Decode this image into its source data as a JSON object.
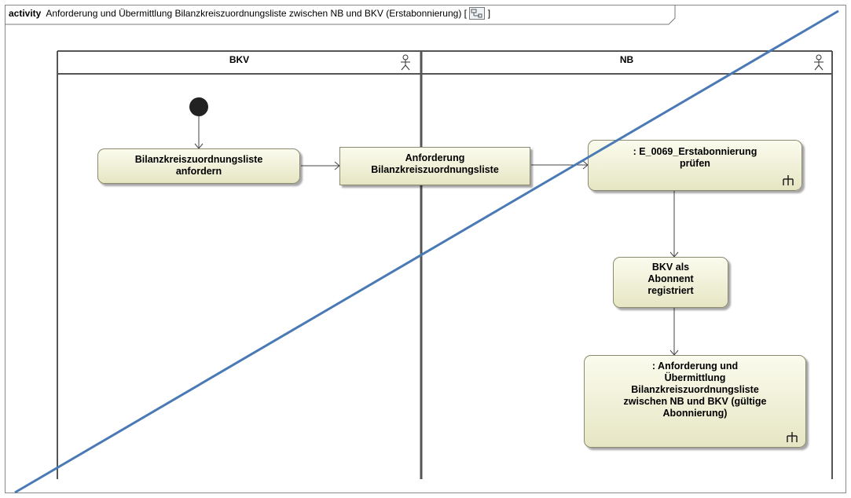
{
  "frame": {
    "keyword": "activity",
    "title": "Anforderung und Übermittlung Bilanzkreiszuordnungsliste zwischen NB und BKV (Erstabonnierung)",
    "bracket_open": "[",
    "bracket_close": "]",
    "icon": "diagram-icon"
  },
  "lanes": [
    {
      "name": "BKV",
      "icon": "actor-icon"
    },
    {
      "name": "NB",
      "icon": "actor-icon"
    }
  ],
  "nodes": {
    "request_action": "Bilanzkreiszuordnungsliste\nanfordern",
    "request_object": "Anforderung\nBilanzkreiszuordnungsliste",
    "check_action": ": E_0069_Erstabonnierung\nprüfen",
    "registered_action": "BKV als\nAbonnent\nregistriert",
    "transfer_action": ": Anforderung und\nÜbermittlung\nBilanzkreiszuordnungsliste\nzwischen NB und BKV (gültige\nAbonnierung)"
  },
  "colors": {
    "node_fill_top": "#fbfbee",
    "node_fill_bottom": "#e6e6c4",
    "strike_line": "#4a7ab5"
  }
}
